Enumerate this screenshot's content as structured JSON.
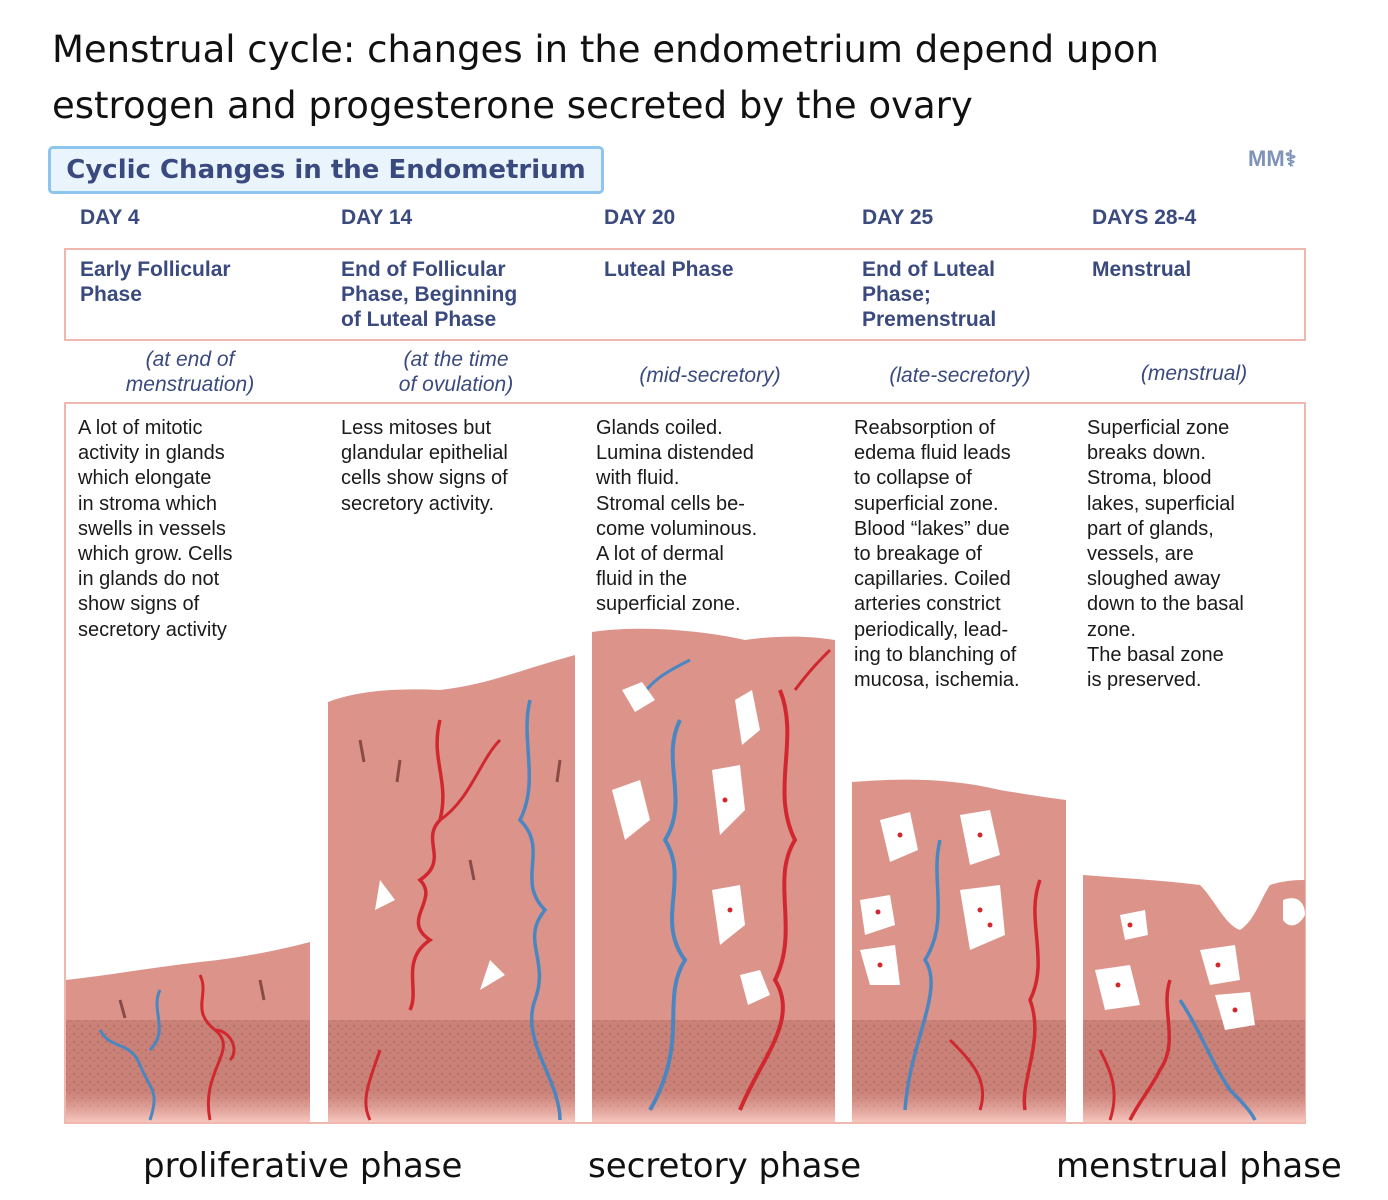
{
  "title": "Menstrual cycle: changes in the endometrium depend upon estrogen and progesterone secreted by the ovary",
  "figure_title": "Cyclic Changes in the Endometrium",
  "logo_text": "MM⚕",
  "columns": [
    {
      "day": "DAY 4",
      "phase": "Early Follicular\nPhase",
      "note": "(at end of\nmenstruation)",
      "description": "A lot of mitotic\nactivity in glands\nwhich elongate\nin stroma which\nswells in vessels\nwhich grow. Cells\nin glands do not\nshow signs of\nsecretory activity"
    },
    {
      "day": "DAY 14",
      "phase": "End of Follicular\nPhase, Beginning\nof Luteal Phase",
      "note": "(at the time\nof ovulation)",
      "description": "Less mitoses but\nglandular epithelial\ncells show signs of\nsecretory activity."
    },
    {
      "day": "DAY 20",
      "phase": "Luteal Phase",
      "note": "(mid-secretory)",
      "description": "Glands coiled.\nLumina distended\nwith fluid.\nStromal cells be-\ncome voluminous.\nA lot of dermal\nfluid in the\nsuperficial zone."
    },
    {
      "day": "DAY 25",
      "phase": "End of Luteal\nPhase;\nPremenstrual",
      "note": "(late-secretory)",
      "description": "Reabsorption of\nedema fluid leads\nto collapse of\nsuperficial zone.\nBlood “lakes” due\nto breakage of\ncapillaries. Coiled\narteries constrict\nperiodically, lead-\ning to blanching of\nmucosa, ischemia."
    },
    {
      "day": "DAYS 28-4",
      "phase": "Menstrual",
      "note": "(menstrual)",
      "description": "Superficial zone\nbreaks down.\nStroma, blood\nlakes, superficial\npart of glands,\nvessels, are\nsloughed away\ndown to the basal\nzone.\nThe basal zone\nis preserved."
    }
  ],
  "captions": [
    "proliferative phase",
    "secretory phase",
    "menstrual phase"
  ],
  "colors": {
    "tissue": "#dc938a",
    "basal_zone": "#c98178",
    "artery": "#d0282e",
    "vein": "#4a86c0",
    "label_text": "#3a4a7e",
    "box_border": "#efb7ae",
    "title_box_border": "#8cc6ee"
  }
}
